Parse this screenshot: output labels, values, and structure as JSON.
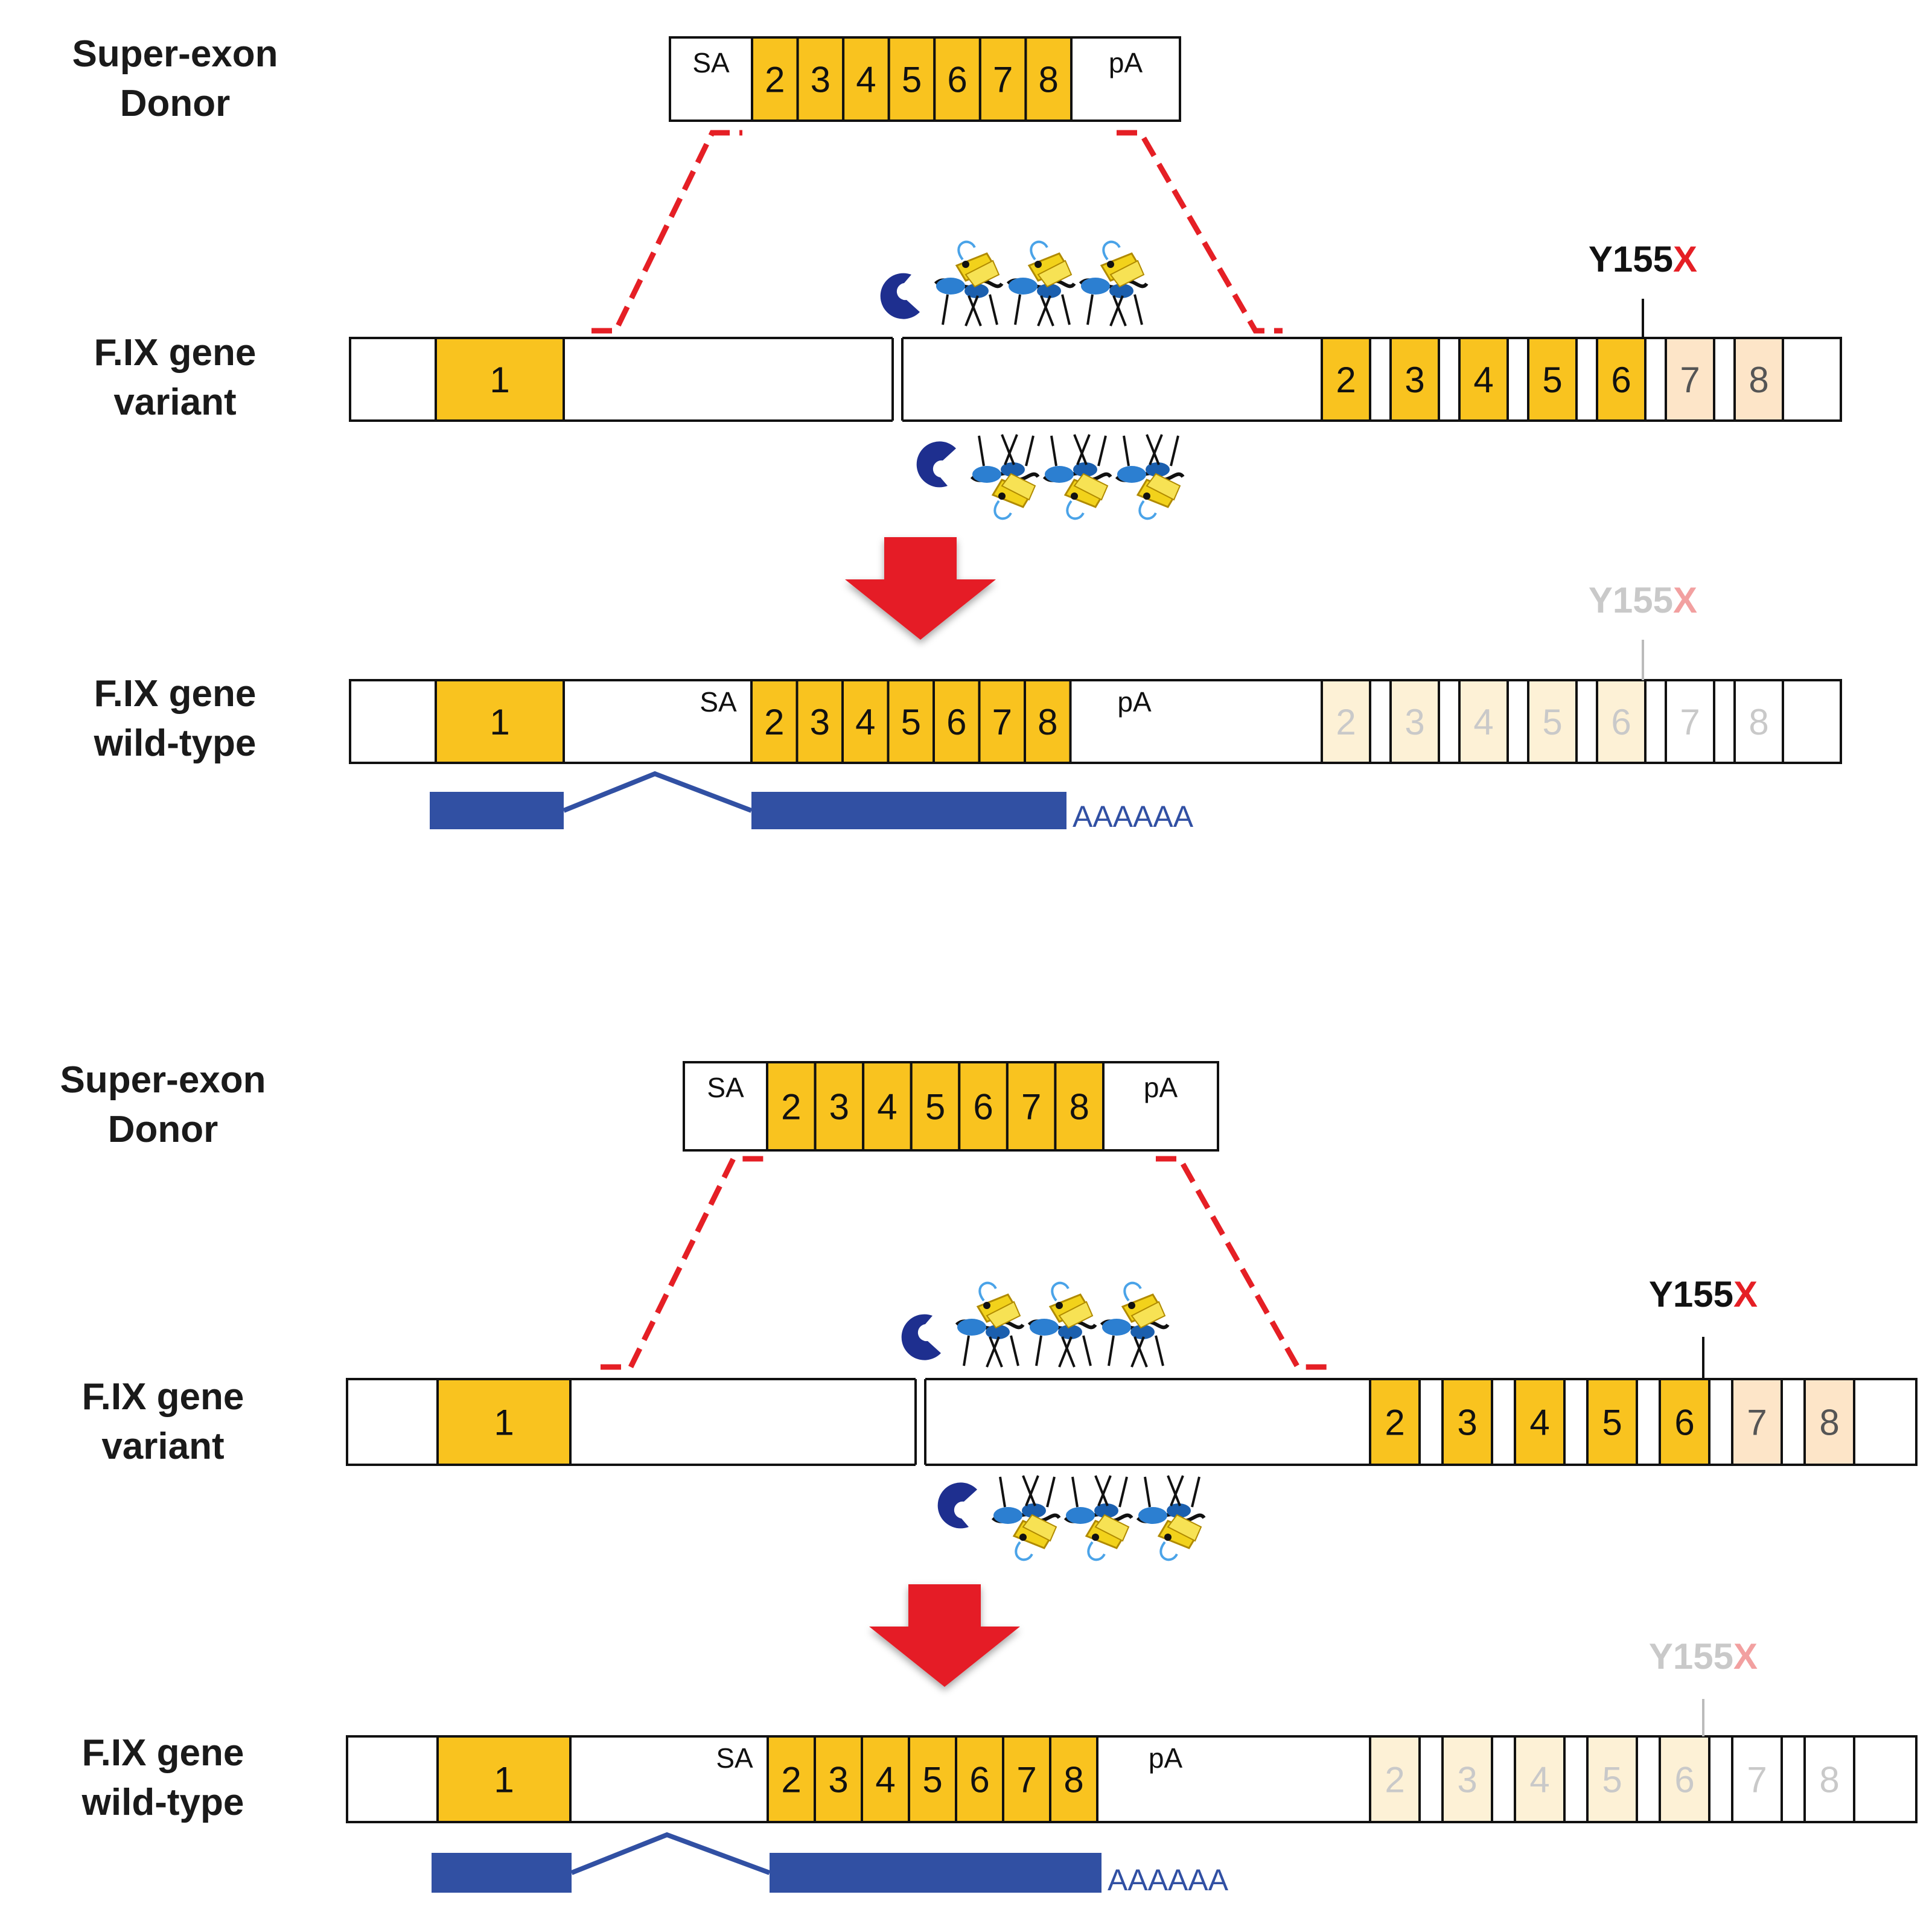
{
  "colors": {
    "exon": "#f9c31f",
    "exon_faded": "#fdf1d6",
    "exon_pale": "#fde5c8",
    "outline": "#111111",
    "red": "#e51f25",
    "transcript": "#3150a3",
    "nuclease_dark": "#1e2f8f",
    "nuclease_helix": "#2c7fd1",
    "nuclease_sheet": "#f2d21b",
    "faded_text": "#c9c9c9",
    "faded_red": "#f2a0a0"
  },
  "panels": [
    {
      "donor_label": [
        "Super-exon",
        "Donor"
      ],
      "variant_label": [
        "F.IX gene",
        "variant"
      ],
      "wildtype_label": [
        "F.IX gene",
        "wild-type"
      ],
      "donor": {
        "sa": "SA",
        "pa": "pA",
        "exons": [
          "2",
          "3",
          "4",
          "5",
          "6",
          "7",
          "8"
        ]
      },
      "variant_exons": [
        "1",
        "2",
        "3",
        "4",
        "5",
        "6",
        "7",
        "8"
      ],
      "wildtype_exons": [
        "1",
        "2",
        "3",
        "4",
        "5",
        "6",
        "7",
        "8"
      ],
      "wildtype_inserted": {
        "sa": "SA",
        "pa": "pA",
        "exons": [
          "2",
          "3",
          "4",
          "5",
          "6",
          "7",
          "8"
        ]
      },
      "mutation": {
        "prefix": "Y155",
        "suffix": "X"
      },
      "mutation_faded": {
        "prefix": "Y155",
        "suffix": "X"
      },
      "polya": "AAAAAA"
    },
    {
      "donor_label": [
        "Super-exon",
        "Donor"
      ],
      "variant_label": [
        "F.IX gene",
        "variant"
      ],
      "wildtype_label": [
        "F.IX gene",
        "wild-type"
      ],
      "donor": {
        "sa": "SA",
        "pa": "pA",
        "exons": [
          "2",
          "3",
          "4",
          "5",
          "6",
          "7",
          "8"
        ]
      },
      "variant_exons": [
        "1",
        "2",
        "3",
        "4",
        "5",
        "6",
        "7",
        "8"
      ],
      "wildtype_exons": [
        "1",
        "2",
        "3",
        "4",
        "5",
        "6",
        "7",
        "8"
      ],
      "wildtype_inserted": {
        "sa": "SA",
        "pa": "pA",
        "exons": [
          "2",
          "3",
          "4",
          "5",
          "6",
          "7",
          "8"
        ]
      },
      "mutation": {
        "prefix": "Y155",
        "suffix": "X"
      },
      "mutation_faded": {
        "prefix": "Y155",
        "suffix": "X"
      },
      "polya": "AAAAAA"
    }
  ]
}
